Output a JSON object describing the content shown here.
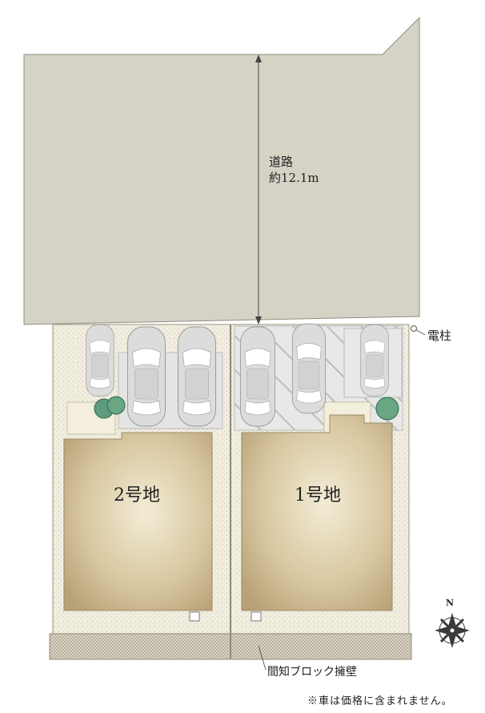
{
  "road": {
    "name": "道路",
    "width": "約12.1m"
  },
  "utility_pole": "電柱",
  "lots": [
    {
      "label": "2号地"
    },
    {
      "label": "1号地"
    }
  ],
  "retaining_wall": "間知ブロック擁壁",
  "note": "※車は価格に含まれません。",
  "compass": {
    "north": "N"
  },
  "colors": {
    "road": "#d5d3c5",
    "house": "#c9b48a",
    "garden": "#efecdc",
    "parking": "#e6e6e6"
  }
}
